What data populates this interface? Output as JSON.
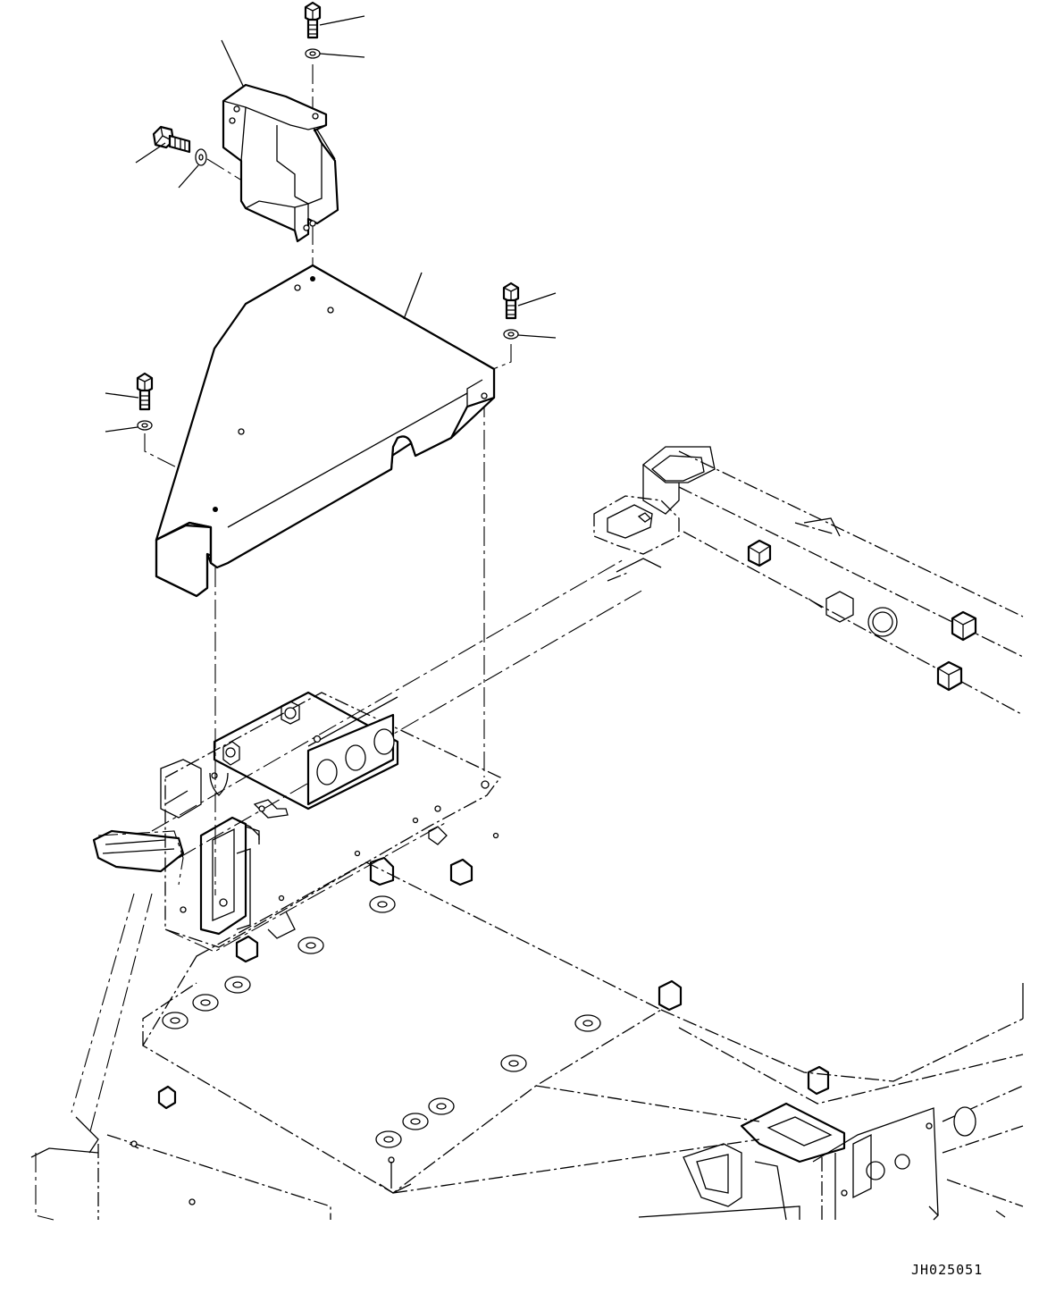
{
  "figure": {
    "drawing_code": "JH025051"
  },
  "parts": [
    {
      "id": "bracket",
      "type": "cover-bracket"
    },
    {
      "id": "cover-plate",
      "type": "sheet-metal-cover"
    },
    {
      "id": "bolt-1",
      "type": "bolt"
    },
    {
      "id": "washer-1",
      "type": "washer"
    },
    {
      "id": "bolt-2",
      "type": "bolt"
    },
    {
      "id": "washer-2",
      "type": "washer"
    },
    {
      "id": "bolt-3",
      "type": "bolt"
    },
    {
      "id": "washer-3",
      "type": "washer"
    },
    {
      "id": "bolt-4",
      "type": "bolt"
    },
    {
      "id": "washer-4",
      "type": "washer"
    },
    {
      "id": "frame",
      "type": "machine-frame"
    }
  ],
  "colors": {
    "line": "#000000",
    "background": "#ffffff"
  }
}
